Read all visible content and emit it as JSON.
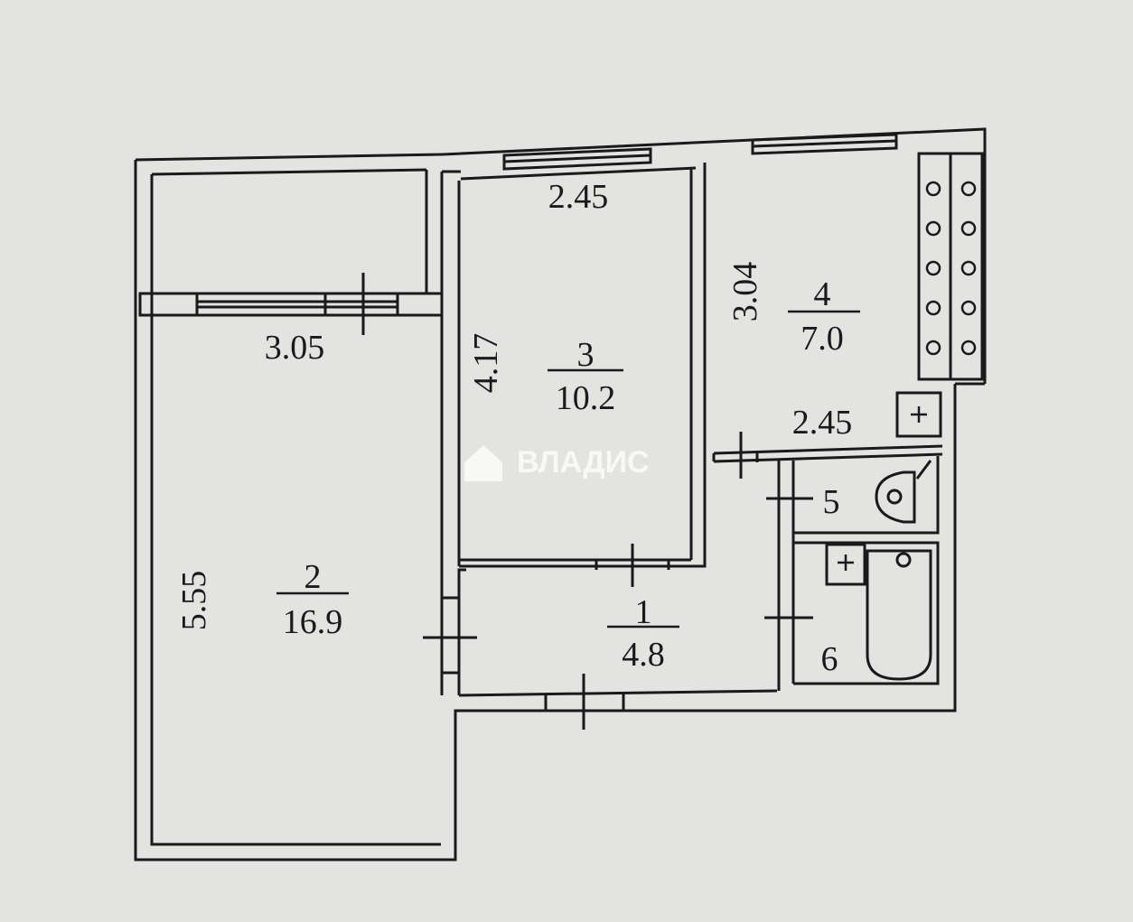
{
  "rooms": [
    {
      "number": "1",
      "area": "4.8"
    },
    {
      "number": "2",
      "area": "16.9"
    },
    {
      "number": "3",
      "area": "10.2"
    },
    {
      "number": "4",
      "area": "7.0"
    },
    {
      "number": "5"
    },
    {
      "number": "6"
    }
  ],
  "dimensions": {
    "room3_width": "2.45",
    "room3_length": "4.17",
    "room2_width": "3.05",
    "room2_length": "5.55",
    "room4_length": "3.04",
    "room4_width": "2.45"
  },
  "watermark": {
    "text": "ВЛАДИС",
    "icon": "house-icon"
  },
  "colors": {
    "background": "#e3e3e1",
    "ink": "#1a1a1a",
    "watermark": "#ffffff"
  }
}
